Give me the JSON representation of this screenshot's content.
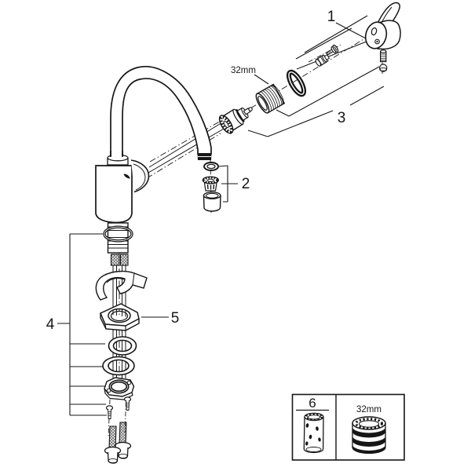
{
  "colors": {
    "background": "#ffffff",
    "ink": "#161616"
  },
  "callouts": {
    "handle_group": "1",
    "aerator_group": "2",
    "cartridge_group": "3",
    "mounting_group": "4",
    "mounting_plate": "5",
    "service_parts": "6"
  },
  "dimension_labels": {
    "cartridge_nut_main": "32mm",
    "cartridge_nut_box": "32mm"
  }
}
